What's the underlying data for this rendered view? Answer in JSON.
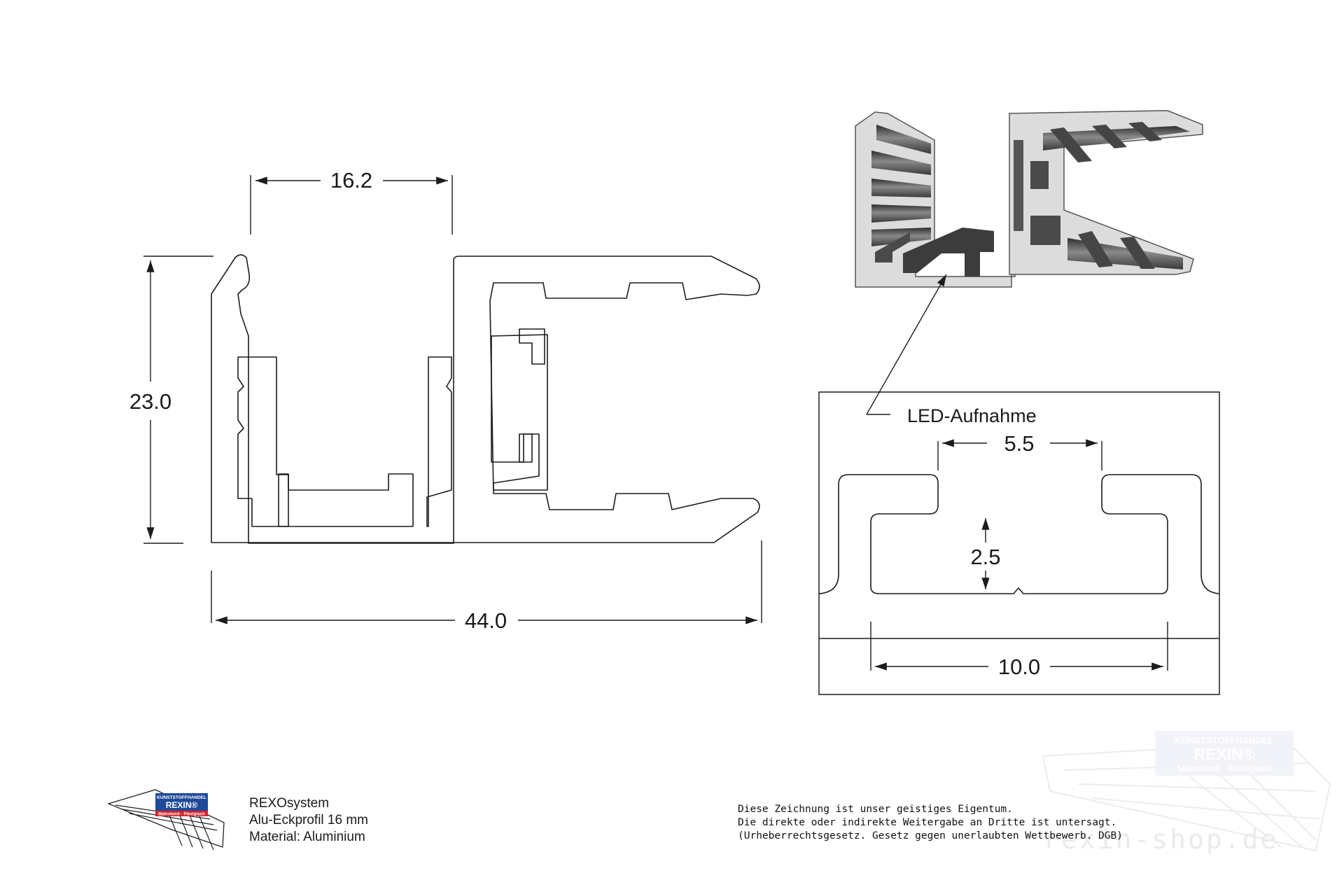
{
  "drawing": {
    "dimensions": {
      "top_width": "16.2",
      "height": "23.0",
      "total_width": "44.0",
      "slot_width": "5.5",
      "slot_depth": "2.5",
      "channel_width": "10.0"
    },
    "callout_label": "LED-Aufnahme"
  },
  "title_block": {
    "line1": "REXOsystem",
    "line2": "Alu-Eckprofil 16 mm",
    "line3": "Material: Aluminium"
  },
  "legal": {
    "line1": "Diese Zeichnung ist unser geistiges Eigentum.",
    "line2": "Die direkte oder indirekte Weitergabe an Dritte ist untersagt.",
    "line3": "(Urheberrechtsgesetz. Gesetz gegen unerlaubten Wettbewerb. DGB)"
  },
  "logo": {
    "line1": "KUNSTSTOFFHANDEL",
    "line2": "REXIN®",
    "line3": "Makrolon® · Plexiglas®"
  },
  "watermark": {
    "text": "rexin-shop.de"
  },
  "colors": {
    "line": "#1c1c1c",
    "profile_face": "#dcdcdc",
    "profile_dark": "#4a4a4a",
    "logo_blue": "#1f4a9a",
    "logo_red": "#d2232a"
  }
}
